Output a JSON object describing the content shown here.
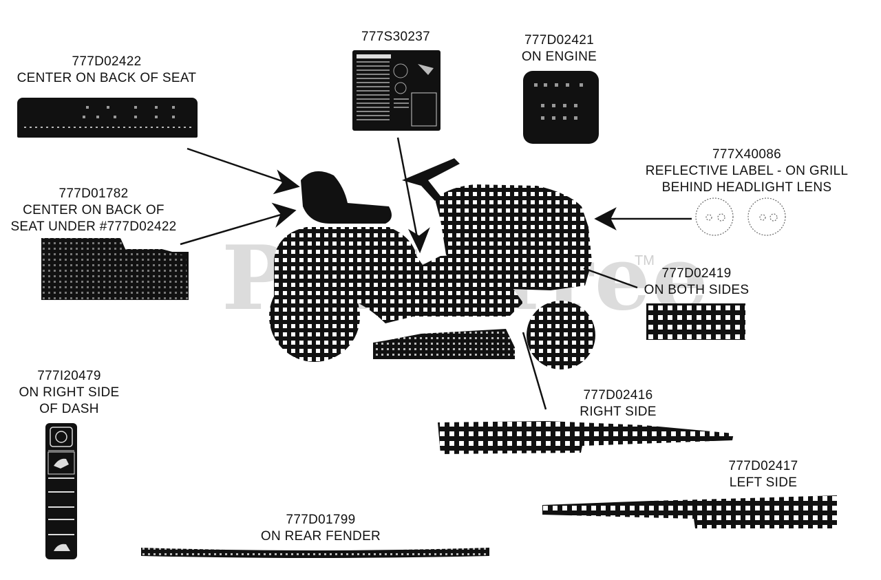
{
  "watermark": {
    "text": "PartsTree",
    "tm": "TM"
  },
  "labels": {
    "seat_back": {
      "part": "777D02422",
      "line1": "CENTER ON BACK OF SEAT"
    },
    "seat_under": {
      "part": "777D01782",
      "line1": "CENTER ON BACK OF",
      "line2": "SEAT UNDER #777D02422"
    },
    "warning": {
      "part": "777S30237"
    },
    "engine": {
      "part": "777D02421",
      "line1": "ON ENGINE"
    },
    "reflective": {
      "part": "777X40086",
      "line1": "REFLECTIVE LABEL -  ON GRILL",
      "line2": "BEHIND HEADLIGHT LENS"
    },
    "both_sides": {
      "part": "777D02419",
      "line1": "ON BOTH SIDES"
    },
    "dash": {
      "part": "777I20479",
      "line1": "ON RIGHT SIDE",
      "line2": "OF DASH"
    },
    "right_side": {
      "part": "777D02416",
      "line1": "RIGHT SIDE"
    },
    "left_side": {
      "part": "777D02417",
      "line1": "LEFT SIDE"
    },
    "rear_fender": {
      "part": "777D01799",
      "line1": "ON REAR FENDER"
    }
  },
  "colors": {
    "ink": "#111111",
    "watermark": "#dcdcdc",
    "background": "#ffffff"
  }
}
